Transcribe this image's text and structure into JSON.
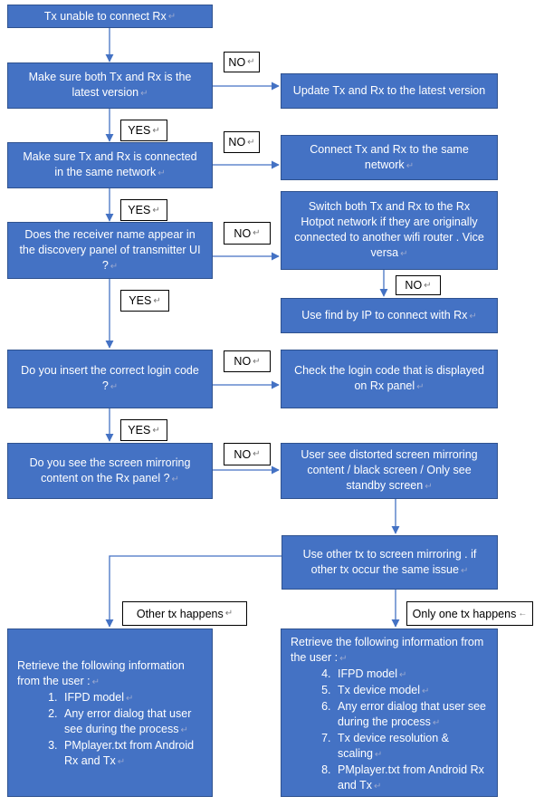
{
  "nodes": {
    "start": "Tx unable to connect Rx",
    "q_version": "Make sure both Tx and Rx is the latest version",
    "a_update": "Update Tx and Rx to the latest version",
    "q_network": "Make sure Tx and Rx is connected in the same network",
    "a_connect": "Connect Tx and Rx to the same network",
    "q_discovery": "Does the receiver name appear in the discovery panel of transmitter UI ?",
    "a_switch": "Switch both Tx and Rx to the Rx Hotpot network if they are originally connected to another wifi router . Vice versa",
    "a_find_ip": "Use find by IP to connect with Rx",
    "q_login": "Do you insert the correct login code ?",
    "a_login": "Check the login code that is displayed on Rx panel",
    "q_mirror": "Do you see the screen mirroring content on the Rx panel ?",
    "a_distorted": "User see distorted screen mirroring content / black screen / Only see standby screen",
    "q_other_tx": "Use other tx to screen mirroring . if other tx occur the same issue"
  },
  "labels": {
    "no": "NO",
    "yes": "YES",
    "other_tx": "Other tx happens",
    "only_one_tx": "Only one tx happens",
    "return_mark": "↵",
    "return_mark_cut": "←"
  },
  "left_info": {
    "intro": "Retrieve the following information from the user :",
    "items": [
      "IFPD model",
      "Any error dialog that user see during the process",
      "PMplayer.txt from Android Rx and Tx"
    ]
  },
  "right_info": {
    "intro": "Retrieve the following information from the user :",
    "items": [
      "IFPD model",
      "Tx device model",
      "Any error dialog that user see during the process",
      "Tx device resolution & scaling",
      "PMplayer.txt from Android Rx and Tx"
    ]
  },
  "colors": {
    "box_fill": "#4472c4",
    "box_border": "#2f528f",
    "arrow": "#4472c4"
  }
}
